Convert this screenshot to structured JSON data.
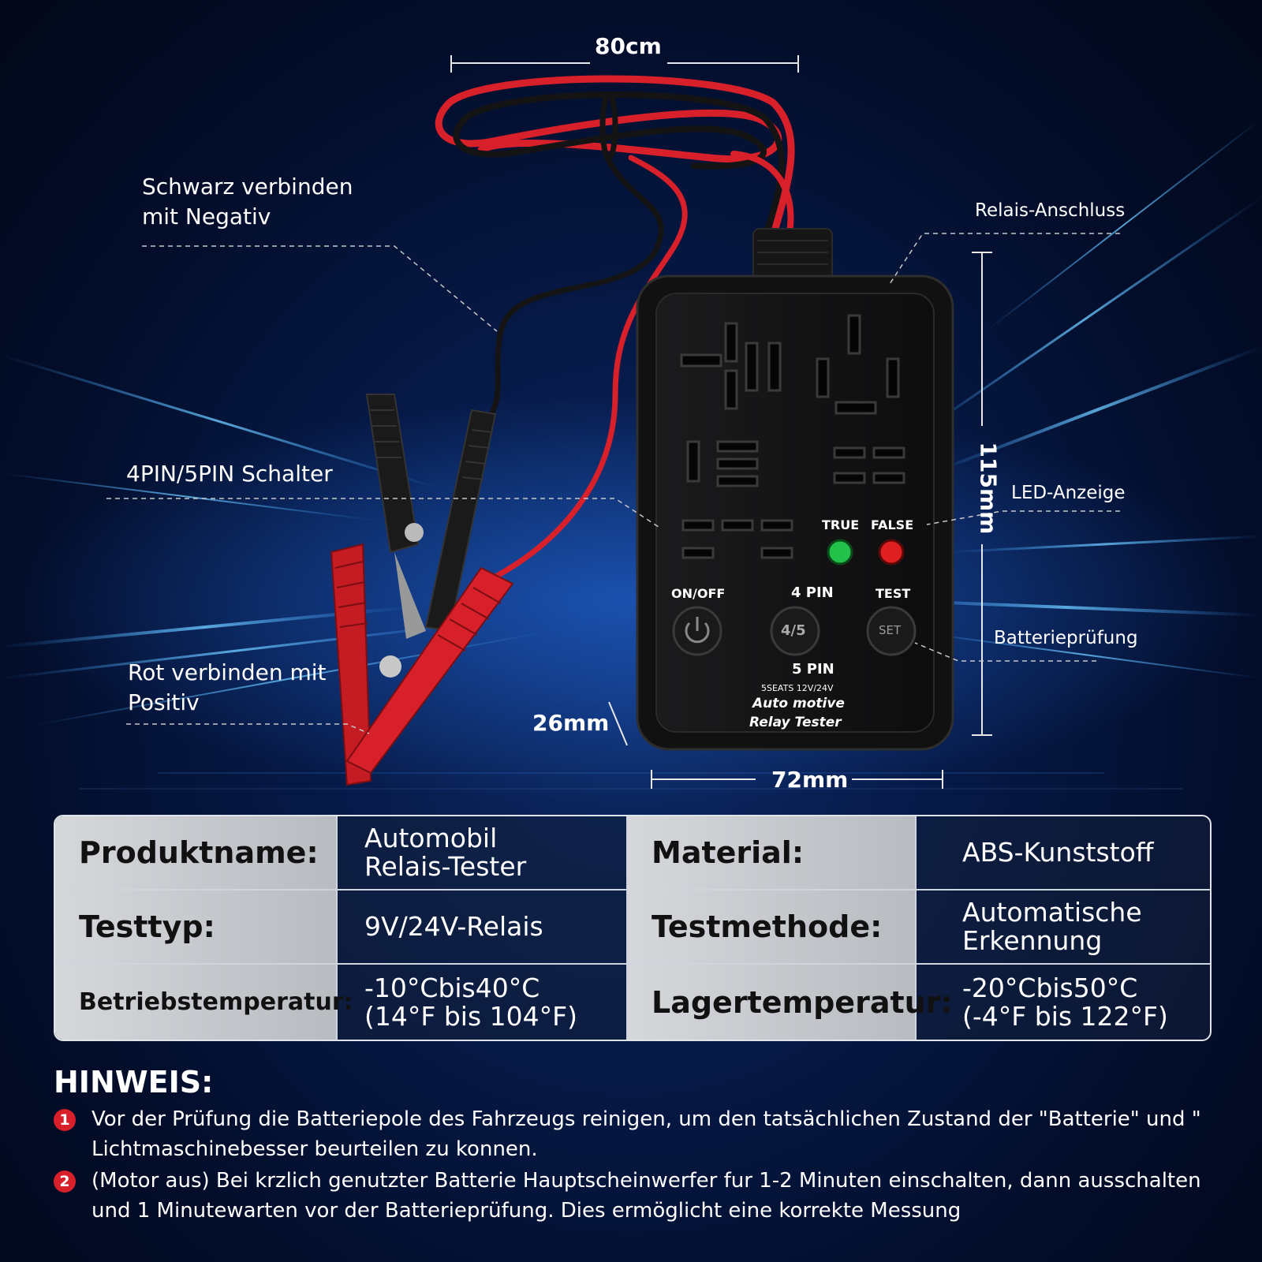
{
  "dimensions": {
    "cable_length": "80cm",
    "height": "115mm",
    "depth": "26mm",
    "width": "72mm"
  },
  "callouts": {
    "black_clamp": "Schwarz verbinden\nmit Negativ",
    "pin_switch": "4PIN/5PIN Schalter",
    "red_clamp": "Rot verbinden mit\nPositiv",
    "relay_port": "Relais-Anschluss",
    "led": "LED-Anzeige",
    "battery_test": "Batterieprüfung"
  },
  "device": {
    "led_true": "TRUE",
    "led_false": "FALSE",
    "btn_power": "ON/OFF",
    "btn_pin4": "4 PIN",
    "btn_test": "TEST",
    "btn_pin5": "5 PIN",
    "pin_button_face": "4/5",
    "test_button_face": "SET",
    "seats": "5SEATS 12V/24V",
    "name_line1": "Auto motive",
    "name_line2": "Relay Tester"
  },
  "specs": {
    "rows": [
      {
        "k1": "Produktname:",
        "v1": "Automobil\nRelais-Tester",
        "k2": "Material:",
        "v2": "ABS-Kunststoff"
      },
      {
        "k1": "Testtyp:",
        "v1": "9V/24V-Relais",
        "k2": "Testmethode:",
        "v2": "Automatische\nErkennung"
      },
      {
        "k1": "Betriebstemperatur:",
        "v1": "-10°Cbis40°C\n(14°F bis 104°F)",
        "k2": "Lagertemperatur:",
        "v2": "-20°Cbis50°C\n(-4°F bis 122°F)"
      }
    ]
  },
  "notes": {
    "title": "HINWEIS:",
    "items": [
      {
        "num": "1",
        "text": "Vor der Prüfung die Batteriepole des Fahrzeugs reinigen, um den tatsächlichen Zustand der \"Batterie\" und \" Lichtmaschinebesser beurteilen zu konnen."
      },
      {
        "num": "2",
        "text": "(Motor aus) Bei krzlich genutzter Batterie Hauptscheinwerfer fur 1-2 Minuten einschalten, dann ausschalten und 1 Minutewarten vor der Batterieprüfung. Dies ermöglicht eine korrekte Messung"
      }
    ]
  },
  "colors": {
    "background": "#061a48",
    "wire_red": "#d8202a",
    "wire_black": "#111111",
    "led_green": "#22c24a",
    "led_red": "#e02020"
  }
}
